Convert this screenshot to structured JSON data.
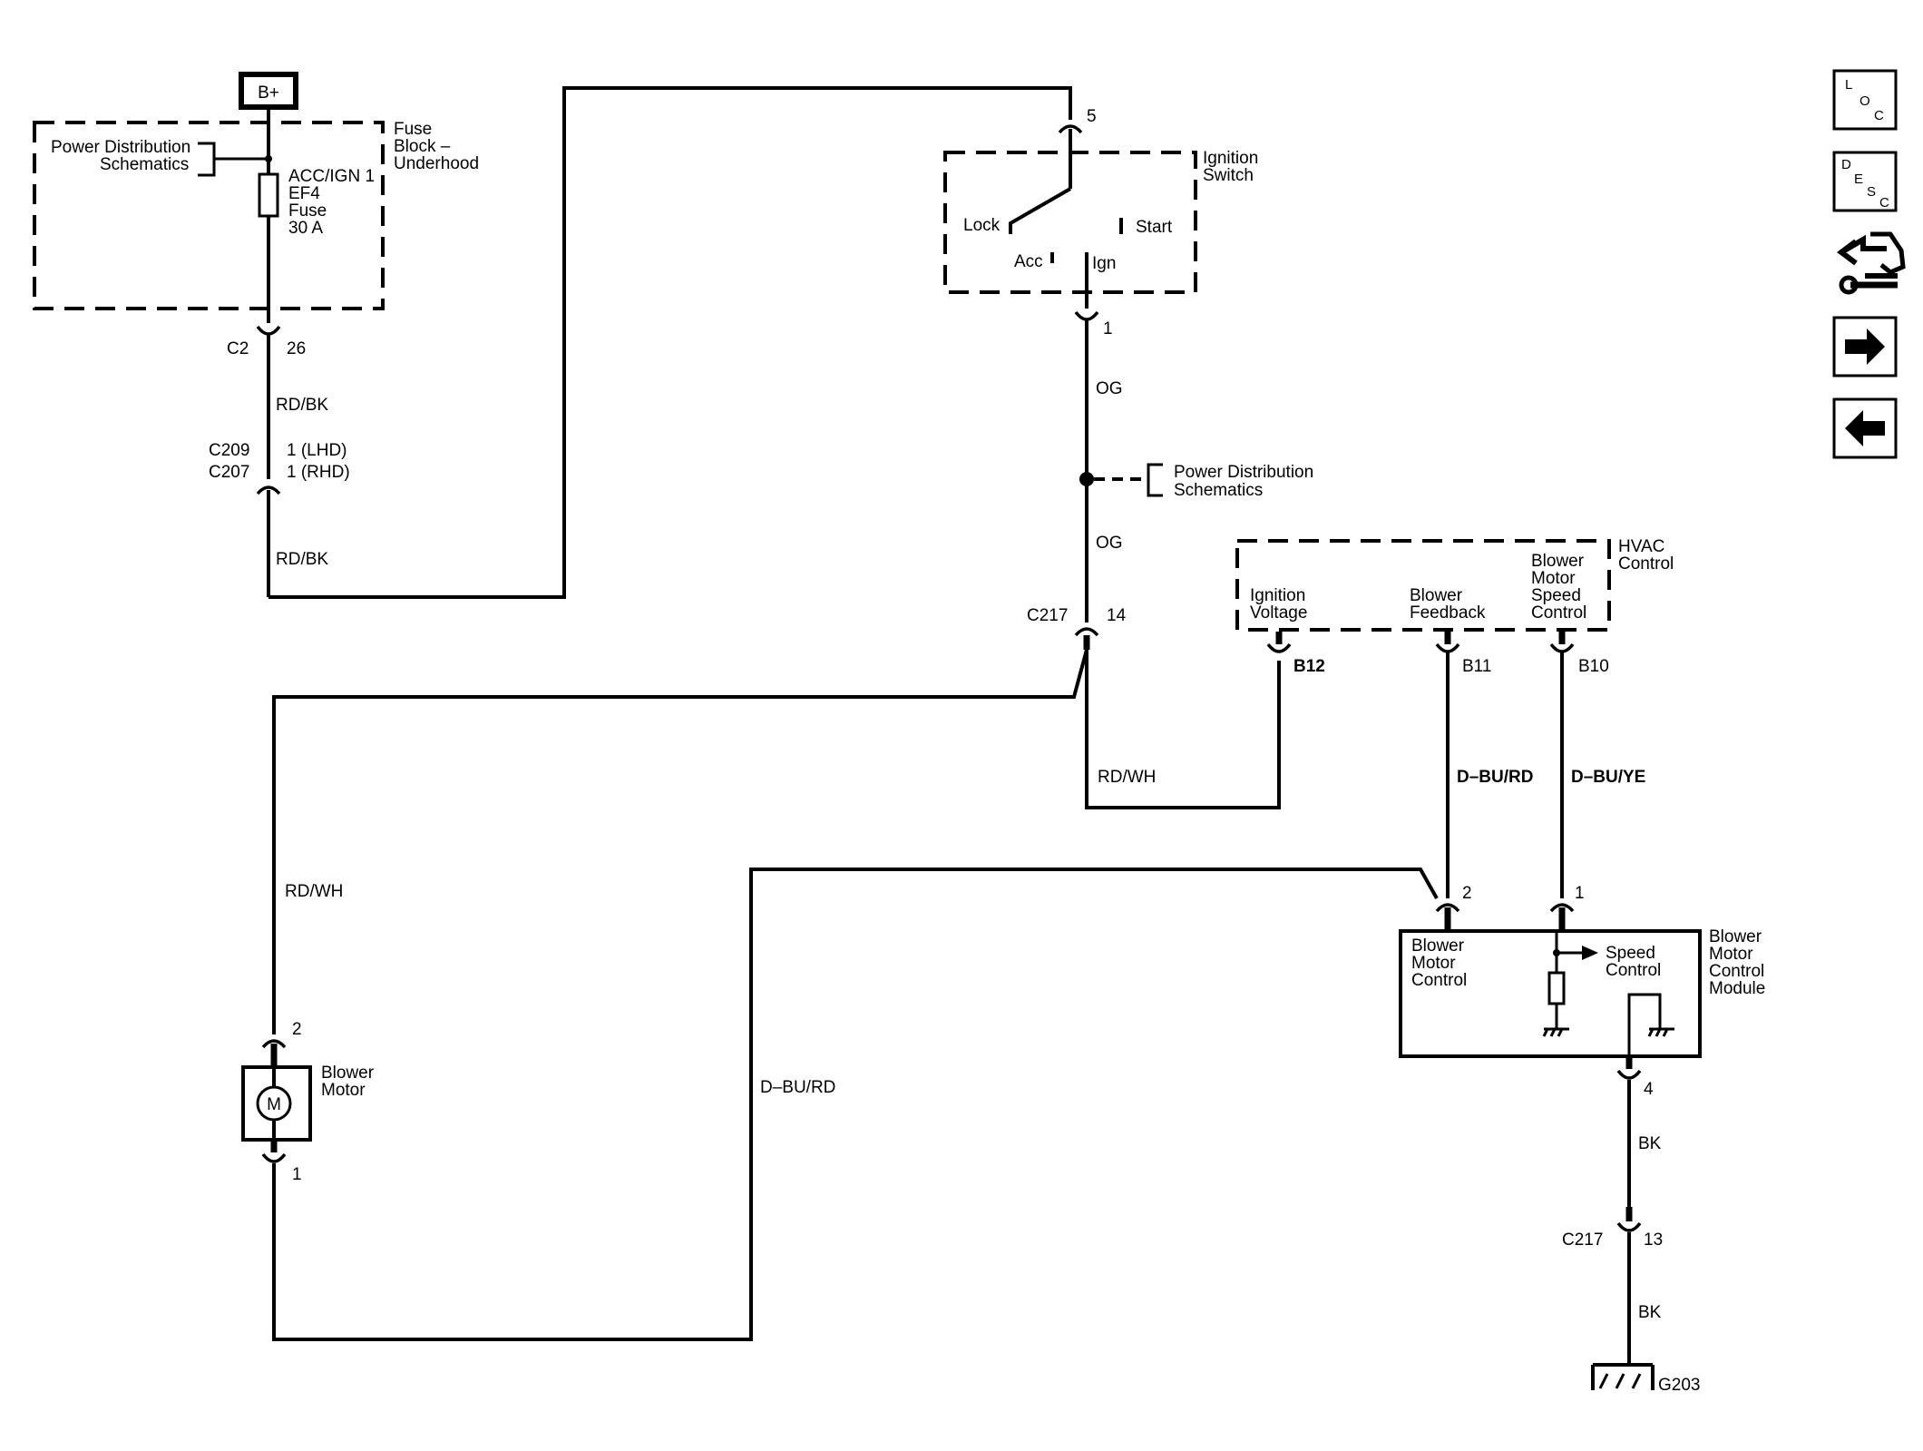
{
  "supply": {
    "label": "B+"
  },
  "fuse_block": {
    "title_lines": [
      "Fuse",
      "Block –",
      "Underhood"
    ],
    "ref_lines": [
      "Power Distribution",
      "Schematics"
    ],
    "fuse_lines": [
      "ACC/IGN 1",
      "EF4",
      "Fuse",
      "30 A"
    ]
  },
  "connectors": {
    "c2_name": "C2",
    "c2_pin": "26",
    "c209_name": "C209",
    "c209_pin": "1 (LHD)",
    "c207_name": "C207",
    "c207_pin": "1 (RHD)",
    "ign_top_pin": "5",
    "ign_bottom_pin": "1",
    "c217_name": "C217",
    "c217_pin": "14",
    "hvac_pin_b12": "B12",
    "hvac_pin_b11": "B11",
    "hvac_pin_b10": "B10",
    "motor_top_pin": "2",
    "motor_bottom_pin": "1",
    "module_pin_2": "2",
    "module_pin_1": "1",
    "module_pin_4": "4",
    "c217b_name": "C217",
    "c217b_pin": "13",
    "ground": "G203"
  },
  "wires": {
    "w1": "RD/BK",
    "w2": "RD/BK",
    "w3": "OG",
    "w4": "OG",
    "w5": "RD/WH",
    "w6": "RD/WH",
    "w7": "D–BU/RD",
    "w8": "D–BU/YE",
    "w9": "D–BU/RD",
    "w10": "BK",
    "w11": "BK"
  },
  "ignition_switch": {
    "title_lines": [
      "Ignition",
      "Switch"
    ],
    "lock": "Lock",
    "acc": "Acc",
    "ign": "Ign",
    "start": "Start"
  },
  "power_ref": {
    "lines": [
      "Power Distribution",
      "Schematics"
    ]
  },
  "hvac": {
    "title_lines": [
      "HVAC",
      "Control"
    ],
    "ign_voltage": [
      "Ignition",
      "Voltage"
    ],
    "blower_feedback": [
      "Blower",
      "Feedback"
    ],
    "speed_control": [
      "Blower",
      "Motor",
      "Speed",
      "Control"
    ]
  },
  "blower_motor": {
    "title_lines": [
      "Blower",
      "Motor"
    ],
    "symbol": "M"
  },
  "module": {
    "title_lines": [
      "Blower",
      "Motor",
      "Control",
      "Module"
    ],
    "inner_lines": [
      "Blower",
      "Motor",
      "Control"
    ],
    "speed_lines": [
      "Speed",
      "Control"
    ]
  },
  "nav": {
    "loc": [
      "L",
      "O",
      "C"
    ],
    "desc": [
      "D",
      "E",
      "S",
      "C"
    ]
  }
}
